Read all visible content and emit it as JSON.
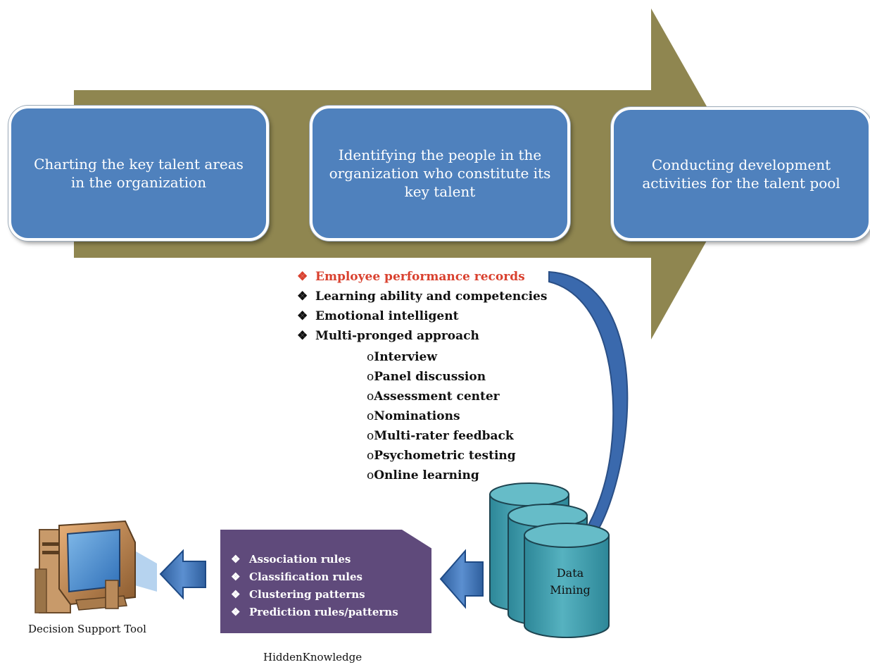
{
  "diagram": {
    "steps": [
      {
        "text": "Charting the key talent areas in the organization"
      },
      {
        "text": "Identifying the people in the organization who constitute its key talent"
      },
      {
        "text": "Conducting development activities for the talent pool"
      }
    ],
    "bullet_marker": "❖",
    "sub_marker": "o",
    "criteria": [
      "Employee performance records",
      "Learning ability and competencies",
      "Emotional intelligent",
      "Multi-pronged approach"
    ],
    "approaches": [
      "Interview",
      "Panel discussion",
      "Assessment center",
      "Nominations",
      "Multi-rater feedback",
      "Psychometric testing",
      "Online learning"
    ],
    "data_mining_label": "Data Mining",
    "knowledge_rules": [
      "Association rules",
      "Classification rules",
      "Clustering patterns",
      "Prediction rules/patterns"
    ],
    "hidden_knowledge_label": "HiddenKnowledge",
    "decision_support_label": "Decision Support Tool",
    "colors": {
      "arrow_fill": "#8f8650",
      "box_fill": "#4f81bd",
      "highlight_text": "#d9412f",
      "knowledge_box": "#5f4a7b",
      "cylinder": "#3d99a8",
      "curved_arrow": "#3a69ad"
    },
    "icons": [
      "computer-icon",
      "left-arrow-icon",
      "database-icon",
      "curved-arrow-icon"
    ]
  }
}
